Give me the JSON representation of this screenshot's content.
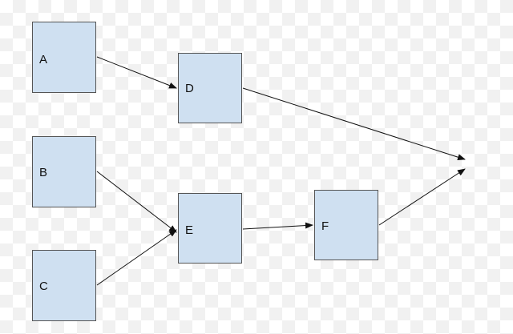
{
  "diagram": {
    "nodes": [
      {
        "id": "A",
        "label": "A"
      },
      {
        "id": "B",
        "label": "B"
      },
      {
        "id": "C",
        "label": "C"
      },
      {
        "id": "D",
        "label": "D"
      },
      {
        "id": "E",
        "label": "E"
      },
      {
        "id": "F",
        "label": "F"
      }
    ],
    "edges": [
      {
        "from": "A",
        "to": "D"
      },
      {
        "from": "B",
        "to": "E"
      },
      {
        "from": "C",
        "to": "E"
      },
      {
        "from": "E",
        "to": "F"
      },
      {
        "from": "D",
        "to": "sink"
      },
      {
        "from": "F",
        "to": "sink"
      }
    ],
    "colors": {
      "node_fill": "#cfe0f1",
      "node_border": "#555555",
      "edge": "#111111"
    }
  }
}
